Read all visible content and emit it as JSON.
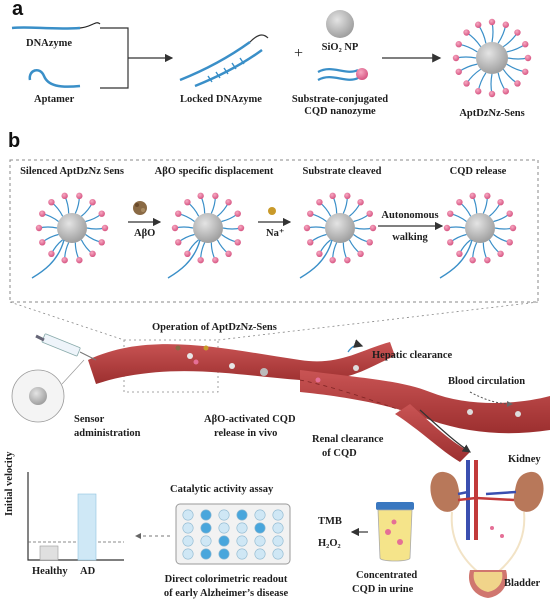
{
  "panel_a": {
    "letter": "a",
    "dnazyme": "DNAzyme",
    "aptamer": "Aptamer",
    "locked": "Locked DNAzyme",
    "plus": "+",
    "sio2": "SiO₂ NP",
    "substrate_line1": "Substrate-conjugated",
    "substrate_line2": "CQD nanozyme",
    "product": "AptDzNz-Sens"
  },
  "panel_b": {
    "letter": "b",
    "steps": [
      "Silenced AptDzNz Sens",
      "AβO specific displacement",
      "Substrate cleaved",
      "CQD release"
    ],
    "abo": "AβO",
    "na": "Na⁺",
    "autonomous": "Autonomous",
    "walking": "walking",
    "operation": "Operation of AptDzNz-Sens",
    "hepatic": "Hepatic clearance",
    "blood": "Blood circulation",
    "sensor_line1": "Sensor",
    "sensor_line2": "administration",
    "abo_release_line1": "AβO-activated CQD",
    "abo_release_line2": "release in vivo",
    "renal_line1": "Renal clearance",
    "renal_line2": "of CQD",
    "kidney": "Kidney",
    "bladder": "Bladder",
    "urine_line1": "Concentrated",
    "urine_line2": "CQD in urine",
    "tmb": "TMB",
    "h2o2": "H₂O₂",
    "assay": "Catalytic activity assay",
    "readout_line1": "Direct colorimetric readout",
    "readout_line2": "of early Alzheimer’s disease",
    "chart": {
      "ylabel": "Initial velocity",
      "categories": [
        "Healthy",
        "AD"
      ]
    }
  },
  "colors": {
    "vessel": "#b13a3a",
    "dna_blue": "#3a8fc8",
    "cqd_pink": "#e56f96",
    "nanoparticle": "#bcbcbc",
    "ad_bar": "#cfe8f6"
  }
}
